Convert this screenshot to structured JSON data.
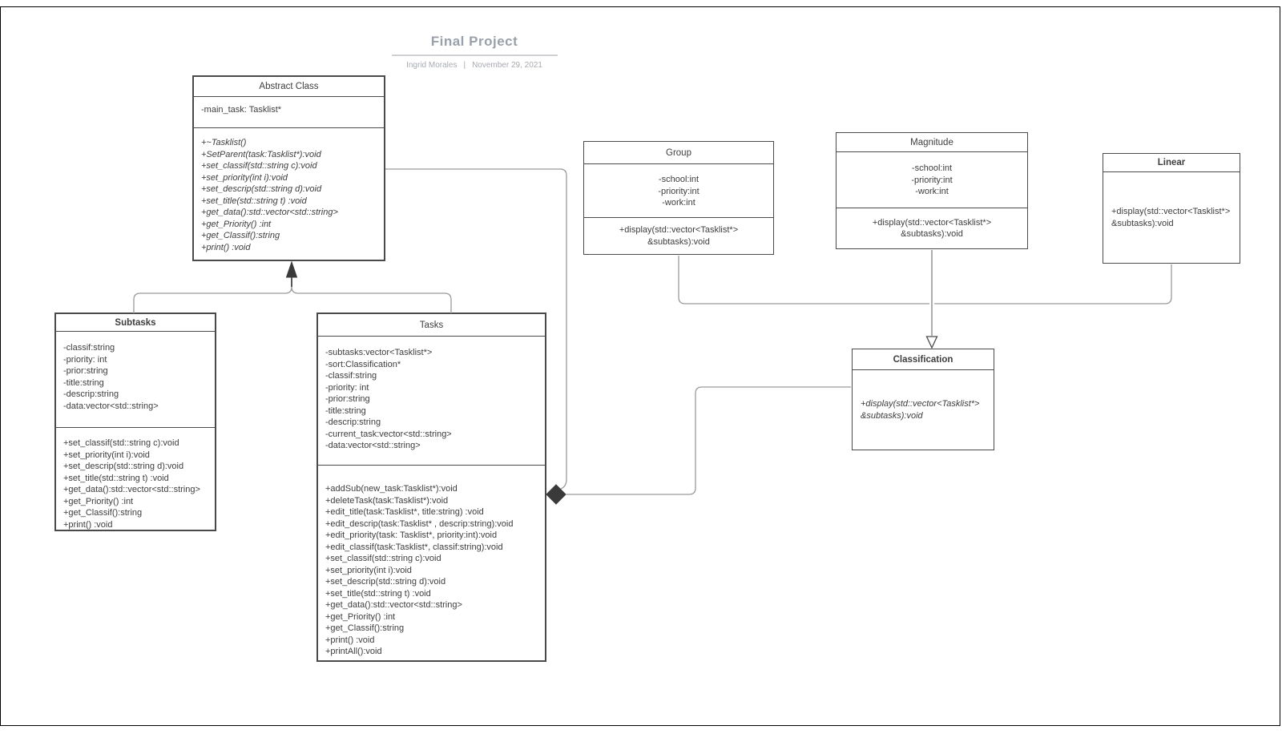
{
  "page": {
    "title": "Final Project",
    "author": "Ingrid Morales",
    "separator": "|",
    "date": "November 29, 2021"
  },
  "colors": {
    "box_border": "#4a4a4a",
    "connector": "#9a9a9a",
    "solid_arrow": "#3a3a3a",
    "title_text": "#98a1ab"
  },
  "classes": {
    "abstract": {
      "title": "Abstract Class",
      "attributes": [
        "-main_task: Tasklist*"
      ],
      "methods": [
        "+~Tasklist()",
        "+SetParent(task:Tasklist*):void",
        "+set_classif(std::string c):void",
        "+set_priority(int i):void",
        "+set_descrip(std::string d):void",
        "+set_title(std::string t) :void",
        "+get_data():std::vector<std::string>",
        "+get_Priority() :int",
        "+get_Classif():string",
        "+print() :void"
      ]
    },
    "group": {
      "title": "Group",
      "attributes": [
        "-school:int",
        "-priority:int",
        "-work:int"
      ],
      "methods": [
        "+display(std::vector<Tasklist*>",
        "&subtasks):void"
      ]
    },
    "magnitude": {
      "title": "Magnitude",
      "attributes": [
        "-school:int",
        "-priority:int",
        "-work:int"
      ],
      "methods": [
        "+display(std::vector<Tasklist*>",
        "&subtasks):void"
      ]
    },
    "linear": {
      "title": "Linear",
      "methods": [
        "+display(std::vector<Tasklist*>",
        "&subtasks):void"
      ]
    },
    "subtasks": {
      "title": "Subtasks",
      "attributes": [
        "-classif:string",
        "-priority: int",
        "-prior:string",
        "-title:string",
        "-descrip:string",
        "-data:vector<std::string>"
      ],
      "methods": [
        "+set_classif(std::string c):void",
        "+set_priority(int i):void",
        "+set_descrip(std::string d):void",
        "+set_title(std::string t) :void",
        "+get_data():std::vector<std::string>",
        "+get_Priority() :int",
        "+get_Classif():string",
        "+print() :void"
      ]
    },
    "tasks": {
      "title": "Tasks",
      "attributes": [
        "-subtasks:vector<Tasklist*>",
        "-sort:Classification*",
        "-classif:string",
        "-priority: int",
        "-prior:string",
        "-title:string",
        "-descrip:string",
        "-current_task:vector<std::string>",
        "-data:vector<std::string>"
      ],
      "methods": [
        "+addSub(new_task:Tasklist*):void",
        "+deleteTask(task:Tasklist*):void",
        "+edit_title(task:Tasklist*, title:string) :void",
        "+edit_descrip(task:Tasklist* , descrip:string):void",
        "+edit_priority(task: Tasklist*, priority:int):void",
        "+edit_classif(task:Tasklist*, classif:string):void",
        "+set_classif(std::string c):void",
        "+set_priority(int i):void",
        "+set_descrip(std::string d):void",
        "+set_title(std::string t) :void",
        "+get_data():std::vector<std::string>",
        "+get_Priority() :int",
        "+get_Classif():string",
        "+print() :void",
        "+printAll():void"
      ]
    },
    "classification": {
      "title": "Classification",
      "methods": [
        "+display(std::vector<Tasklist*>",
        "&subtasks):void"
      ]
    }
  }
}
